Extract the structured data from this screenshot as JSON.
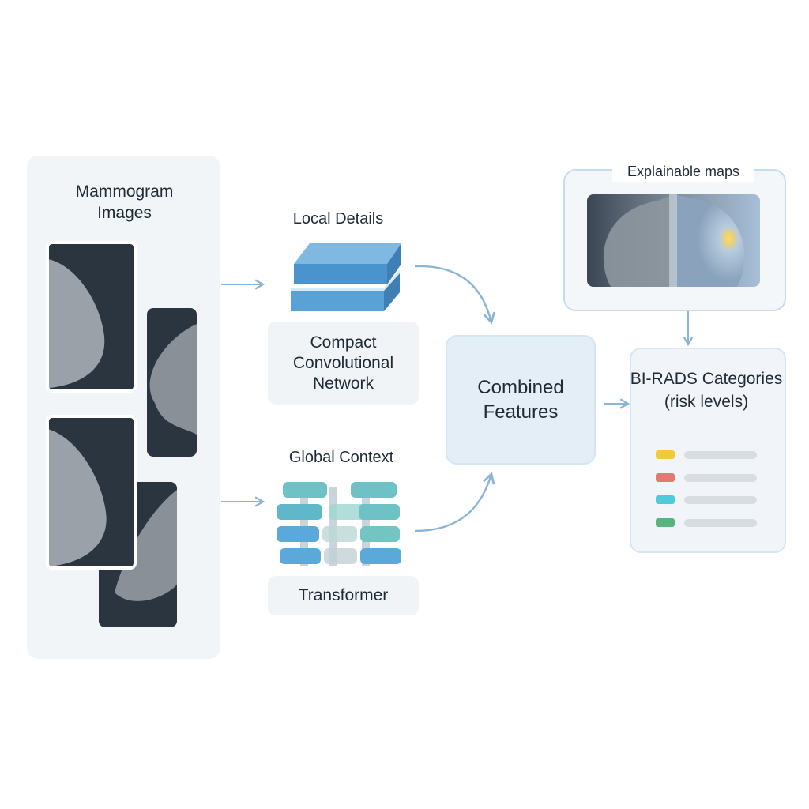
{
  "input": {
    "title": "Mammogram Images"
  },
  "local_branch": {
    "heading": "Local Details",
    "module": "Compact Convolutional Network"
  },
  "global_branch": {
    "heading": "Global Context",
    "module": "Transformer"
  },
  "fusion": {
    "label": "Combined Features"
  },
  "explainability": {
    "title": "Explainable maps"
  },
  "output": {
    "title": "BI-RADS Categories (risk levels)",
    "levels": [
      {
        "color": "#f3c93a"
      },
      {
        "color": "#e07a72"
      },
      {
        "color": "#4fcad9"
      },
      {
        "color": "#5bb27e"
      }
    ]
  },
  "colors": {
    "arrow": "#8ab4d8",
    "cnn_block": "#4a93cc",
    "transformer_block": "#6ec1c4"
  }
}
